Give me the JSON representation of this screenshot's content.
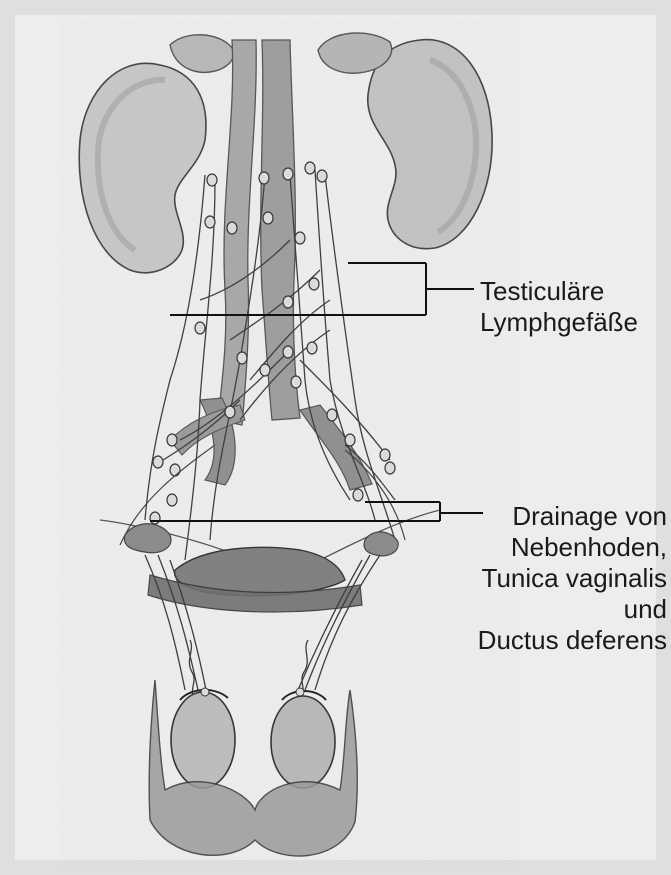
{
  "labels": {
    "testicular_lymph_vessels": [
      "Testiculäre",
      "Lymphgefäße"
    ],
    "drainage": [
      "Drainage von",
      "Nebenhoden,",
      "Tunica vaginalis",
      "und",
      "Ductus deferens"
    ]
  },
  "colors": {
    "paper": "#eeedeb",
    "pencil": "#3a3a3a",
    "shade_light": "#cfcfcf",
    "shade_mid": "#a9a9a9",
    "shade_dark": "#7d7d7d",
    "label_line": "#111111"
  }
}
